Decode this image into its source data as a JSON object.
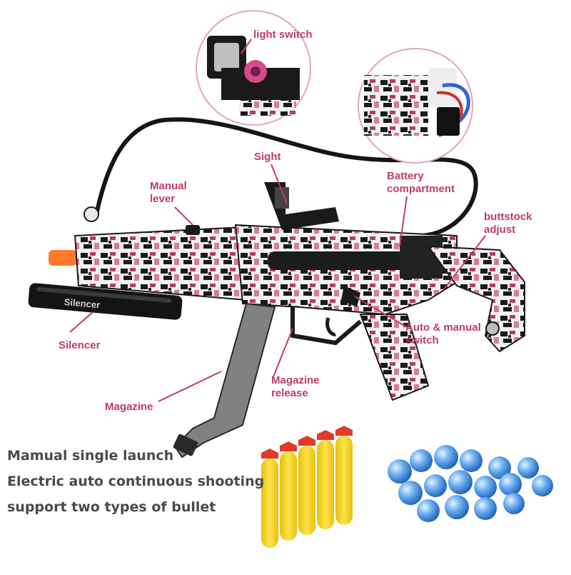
{
  "labels": {
    "light_switch": "light switch",
    "sight": "Sight",
    "battery_line1": "Battery",
    "battery_line2": "compartment",
    "manual_lever_line1": "Manual",
    "manual_lever_line2": "lever",
    "buttstock_line1": "buttstock",
    "buttstock_line2": "adjust",
    "silencer": "Silencer",
    "auto_switch_line1": "Auto & manual",
    "auto_switch_line2": "switch",
    "magazine_release_line1": "Magazine",
    "magazine_release_line2": "release",
    "magazine": "Magazine"
  },
  "silencer_print": "Silencer",
  "features": [
    "Mamual single launch",
    "Electric auto continuous shooting",
    "support two types of bullet"
  ],
  "colors": {
    "label": "#c0396e",
    "leader_line": "#c0396e",
    "feature_text": "#4a4a4a",
    "gun_body": "#1a1a1a",
    "foam_dart": "#f5d21a",
    "dart_tip": "#e23a2a",
    "gel_beads": "#5aa0e6"
  }
}
